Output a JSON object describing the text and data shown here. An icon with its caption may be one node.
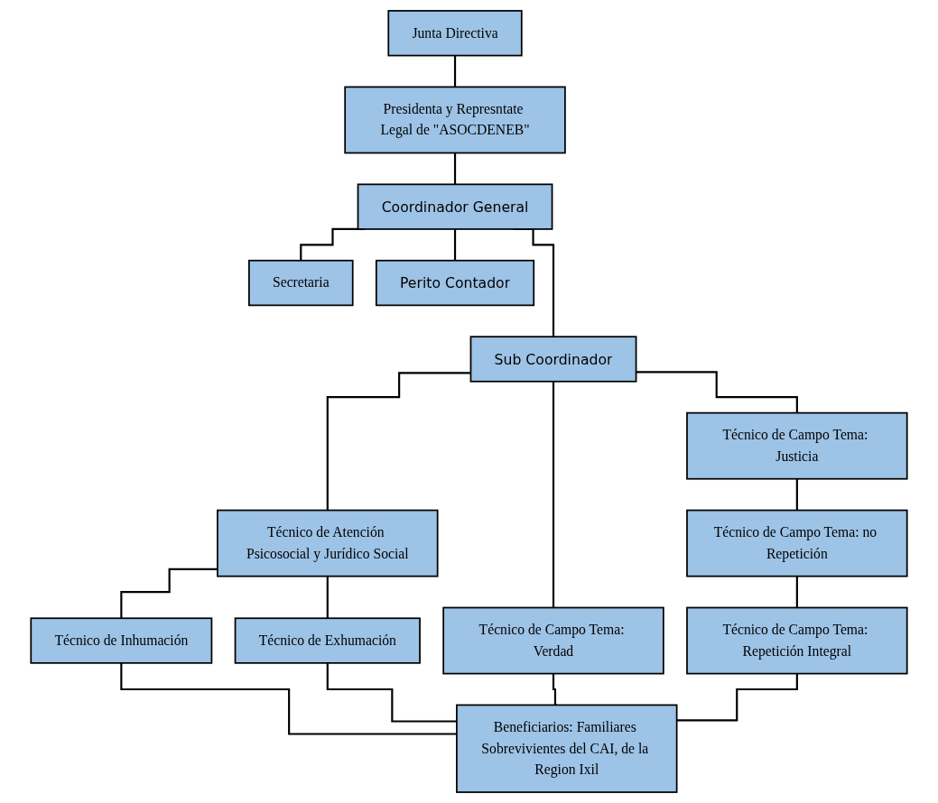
{
  "diagram": {
    "nodes": [
      {
        "text": [
          "Junta Directiva"
        ]
      },
      {
        "text": [
          "Presidenta y Represntate Legal de \"ASOCDENEB\""
        ]
      },
      {
        "text": [
          "Secretaria"
        ]
      },
      {
        "text": [
          "Coordinador General"
        ]
      },
      {
        "text": [
          "Perito Contador"
        ]
      },
      {
        "text": [
          "Sub Coordinador"
        ]
      },
      {
        "text": [
          "Técnico de Atención Psicosocial y Jurídico Social"
        ]
      },
      {
        "text": [
          "Técnico de Campo Tema: Verdad"
        ]
      },
      {
        "text": [
          "Técnico de Campo Tema: Justicia"
        ]
      },
      {
        "text": [
          "Técnico de Inhumación"
        ]
      },
      {
        "text": [
          "Técnico de Exhumación"
        ]
      },
      {
        "text": [
          "Técnico de Campo Tema: no Repetición"
        ]
      },
      {
        "text": [
          "Técnico de Campo Tema: Repetición Integral"
        ]
      },
      {
        "text": [
          "Beneficiarios: Familiares Sobrevivientes del CAI, de la Region Ixil"
        ]
      }
    ],
    "edges": [
      {
        "from": 0,
        "to": 1,
        "arrow": "none"
      },
      {
        "from": 1,
        "to": 3,
        "arrow": "none"
      },
      {
        "from": 3,
        "to": 2,
        "arrow": "none"
      },
      {
        "from": 3,
        "to": 4,
        "arrow": "none"
      },
      {
        "from": 3,
        "to": 5,
        "arrow": "none"
      },
      {
        "from": 5,
        "to": 6,
        "arrow": "none"
      },
      {
        "from": 5,
        "to": 7,
        "arrow": "none"
      },
      {
        "from": 5,
        "to": 8,
        "arrow": "none"
      },
      {
        "from": 6,
        "to": 9,
        "arrow": "none"
      },
      {
        "from": 6,
        "to": 10,
        "arrow": "none"
      },
      {
        "from": 9,
        "to": 13,
        "arrow": "none"
      },
      {
        "from": 10,
        "to": 13,
        "arrow": "none"
      },
      {
        "from": 7,
        "to": 13,
        "arrow": "none"
      },
      {
        "from": 8,
        "to": 11,
        "arrow": "none"
      },
      {
        "from": 11,
        "to": 12,
        "arrow": "none"
      },
      {
        "from": 12,
        "to": 13,
        "arrow": "none"
      }
    ]
  }
}
